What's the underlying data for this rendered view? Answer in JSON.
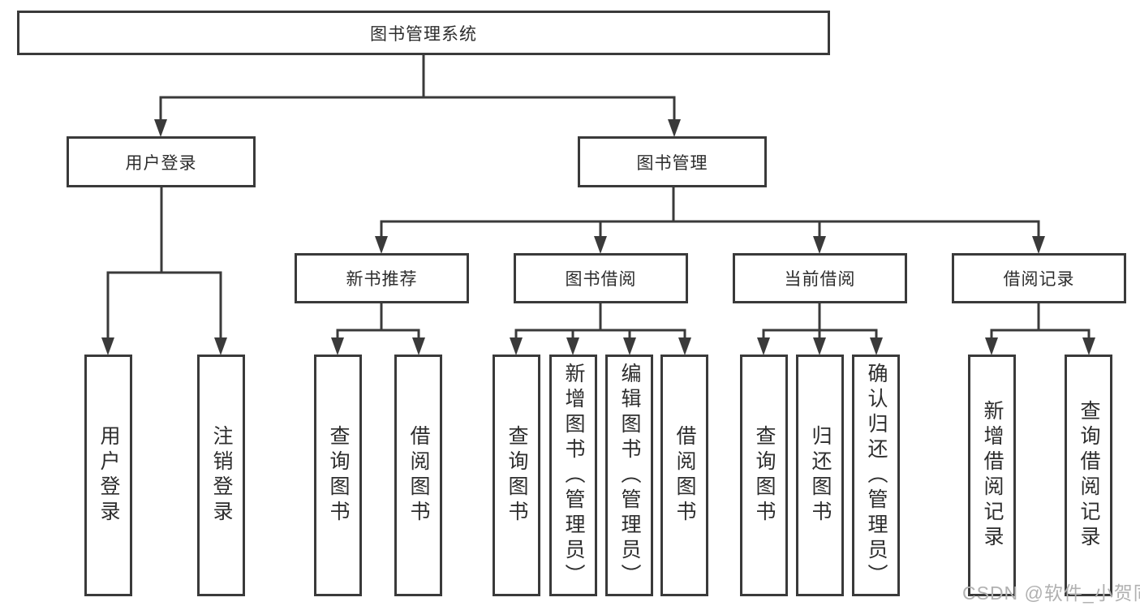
{
  "style": {
    "line_color": "#3a3a3a",
    "box_background": "#ffffff",
    "text_color": "#2d2d2d",
    "watermark_color": "#b1b1b1"
  },
  "watermark": {
    "text": "CSDN @软件_小贺同学"
  },
  "tree": {
    "root": {
      "label": "图书管理系统"
    },
    "children": [
      {
        "label": "用户登录",
        "children": [
          {
            "label": "用户登录"
          },
          {
            "label": "注销登录"
          }
        ]
      },
      {
        "label": "图书管理",
        "children": [
          {
            "label": "新书推荐",
            "children": [
              {
                "label": "查询图书"
              },
              {
                "label": "借阅图书"
              }
            ]
          },
          {
            "label": "图书借阅",
            "children": [
              {
                "label": "查询图书"
              },
              {
                "label": "新增图书（管理员）"
              },
              {
                "label": "编辑图书（管理员）"
              },
              {
                "label": "借阅图书"
              }
            ]
          },
          {
            "label": "当前借阅",
            "children": [
              {
                "label": "查询图书"
              },
              {
                "label": "归还图书"
              },
              {
                "label": "确认归还（管理员）"
              }
            ]
          },
          {
            "label": "借阅记录",
            "children": [
              {
                "label": "新增借阅记录"
              },
              {
                "label": "查询借阅记录"
              }
            ]
          }
        ]
      }
    ]
  }
}
